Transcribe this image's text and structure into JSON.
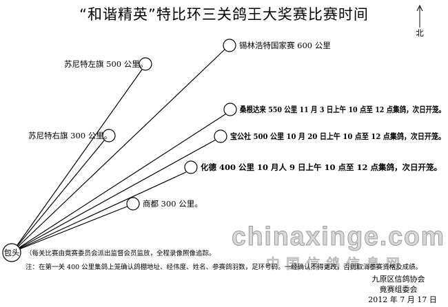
{
  "title": "“和谐精英”特比环三关鸽王大奖赛比赛时间",
  "north_label": "北",
  "origin_label": "包头",
  "destinations": [
    {
      "label": "苏尼特左旗 500 公里。"
    },
    {
      "label": "锡林浩特国家赛 600 公里"
    },
    {
      "label": "苏尼特右旗 300 公里。"
    },
    {
      "label": "桑根达来 550 公里 11 月 3 日上午 10 点至 12 点集鸽，次日开笼。"
    },
    {
      "label": "宝公社 500 公里 10 月 20 日上午 10 点至 12 点集鸽，次日开笼。"
    },
    {
      "label": "化德 400 公里 10 月人 9 日上午 10 点至 12 点集鸽，次日开笼。"
    },
    {
      "label": "商都 300 公里。"
    }
  ],
  "notes": {
    "line1": "（每关比赛由竟赛委员会派出监督会员监放，全程录像照像追踪。",
    "line2": "注：在第一关 400 公里集鸽上笼确认鸽棚地址、经伟度、姓名、参赛鸽羽数，足环号码。一经确认不得更改，否则取消参赛资格及成绩。"
  },
  "organizer": {
    "name": "九原区信鸽协会",
    "committee": "竟赛组委会",
    "date": "2012 年 7 月 17 日"
  },
  "watermark": {
    "domain": "chinaxinge.com",
    "site_name": "中国信鸽信息网"
  }
}
